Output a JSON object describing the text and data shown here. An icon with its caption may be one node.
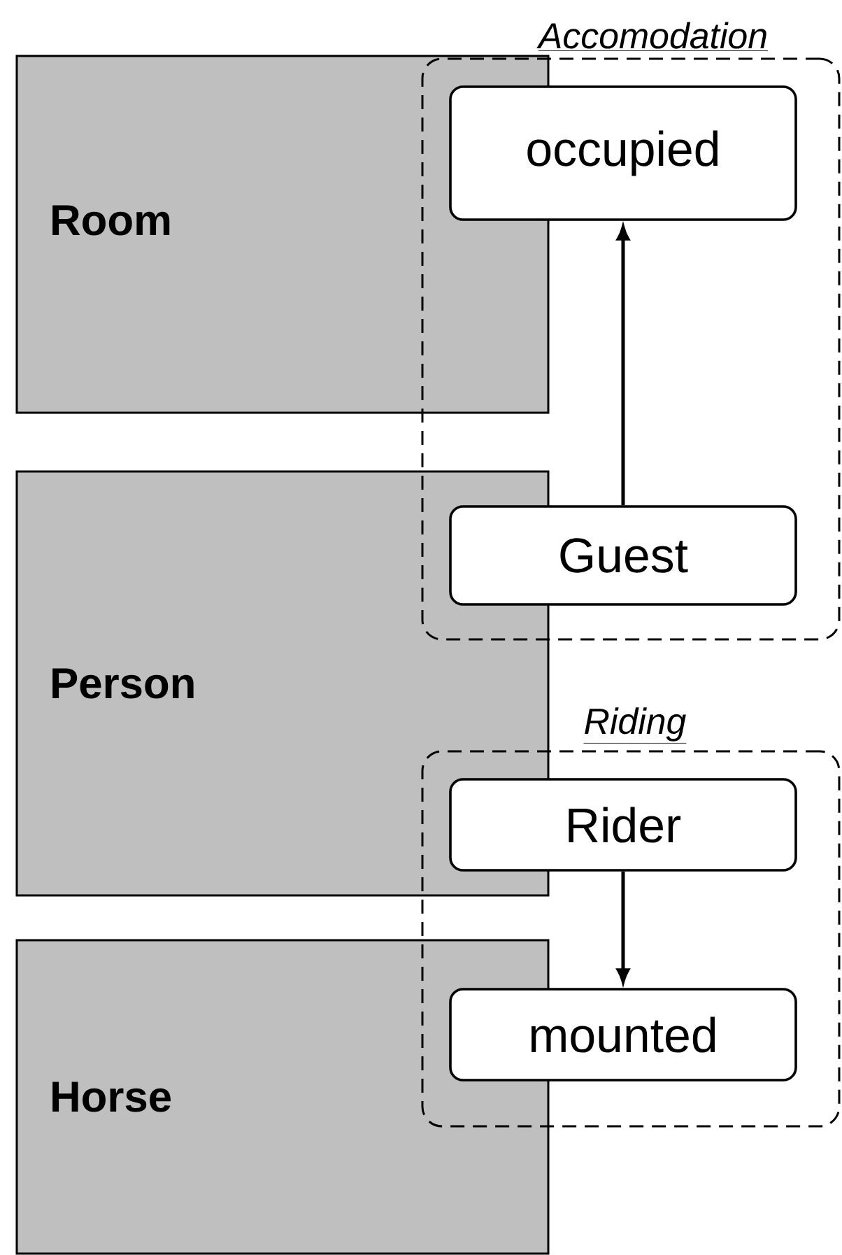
{
  "diagram": {
    "nodes": [
      {
        "text": [
          "Room"
        ]
      },
      {
        "text": [
          "Person"
        ]
      },
      {
        "text": [
          "Horse"
        ]
      },
      {
        "text": [
          "Accomodation"
        ]
      },
      {
        "text": [
          "occupied"
        ],
        "in": 3
      },
      {
        "text": [
          "Guest"
        ],
        "in": 3
      },
      {
        "text": [
          "Riding"
        ]
      },
      {
        "text": [
          "Rider"
        ],
        "in": 6
      },
      {
        "text": [
          "mounted"
        ],
        "in": 6
      }
    ],
    "edges": [
      {
        "from": 5,
        "to": 4,
        "arrow": "to"
      },
      {
        "from": 7,
        "to": 8,
        "arrow": "to"
      }
    ]
  }
}
